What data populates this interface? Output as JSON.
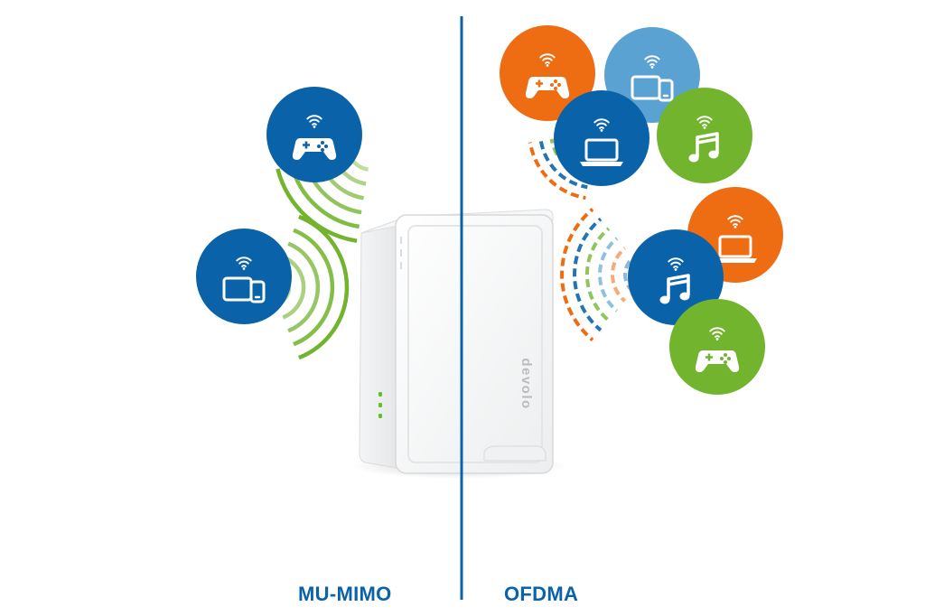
{
  "labels": {
    "left": "MU-MIMO",
    "right": "OFDMA"
  },
  "device": {
    "brand": "devolo"
  },
  "colors": {
    "blue": "#0a63a8",
    "light_blue": "#5aa2d2",
    "orange": "#ee6c12",
    "green": "#72b42e",
    "divider": "#0a63a8",
    "label": "#0a63a8",
    "icon": "#ffffff"
  },
  "mu_mimo": {
    "devices": [
      {
        "icon": "gamepad-icon",
        "color": "blue"
      },
      {
        "icon": "tablet-phone-icon",
        "color": "blue"
      }
    ],
    "streams": [
      {
        "colors": [
          "green"
        ]
      },
      {
        "colors": [
          "green"
        ]
      }
    ]
  },
  "ofdma": {
    "devices": [
      {
        "icon": "gamepad-icon",
        "color": "orange"
      },
      {
        "icon": "tablet-phone-icon",
        "color": "light_blue"
      },
      {
        "icon": "laptop-icon",
        "color": "blue"
      },
      {
        "icon": "music-note-icon",
        "color": "green"
      },
      {
        "icon": "laptop-icon",
        "color": "orange"
      },
      {
        "icon": "music-note-icon",
        "color": "blue"
      },
      {
        "icon": "gamepad-icon",
        "color": "green"
      }
    ],
    "streams": [
      {
        "colors": [
          "blue",
          "orange",
          "light_blue",
          "green"
        ]
      },
      {
        "colors": [
          "blue",
          "orange",
          "light_blue",
          "green"
        ]
      }
    ]
  }
}
